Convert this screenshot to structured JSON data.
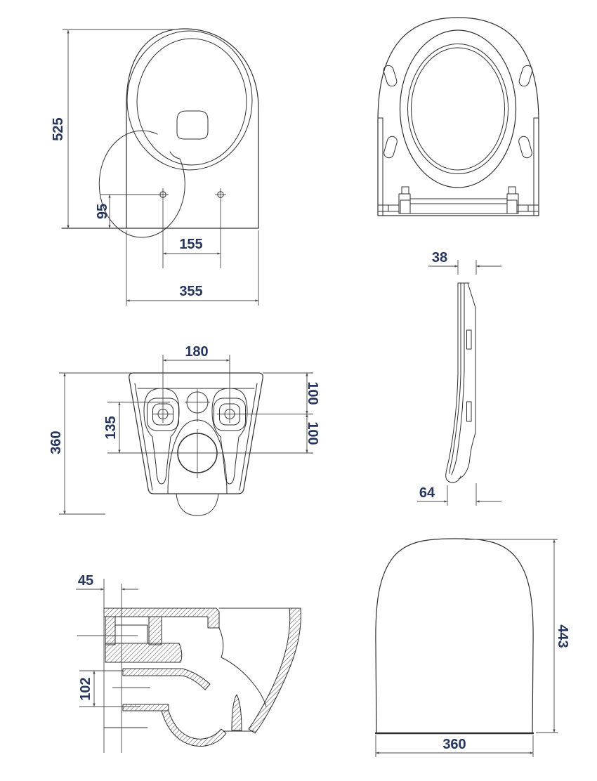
{
  "colors": {
    "background": "#ffffff",
    "line": "#2e2e2e",
    "dimension_lines": "#474747",
    "dimension_text": "#26355e"
  },
  "views": {
    "bowl_plan": {
      "label": "bowl-plan-view",
      "dims": {
        "height": "525",
        "hole_offset": "95",
        "hole_spacing": "155",
        "width": "355"
      }
    },
    "seat_plan": {
      "label": "seat-plan-view"
    },
    "seat_profile": {
      "label": "seat-side-profile",
      "dims": {
        "top_thickness": "38",
        "bottom_thickness": "64"
      }
    },
    "rear": {
      "label": "rear-view",
      "dims": {
        "bolt_spacing": "180",
        "height": "360",
        "offset_mid": "135",
        "offset_top": "100",
        "offset_bottom": "100"
      }
    },
    "section": {
      "label": "cross-section-view",
      "dims": {
        "fixing_depth": "45",
        "outlet_offset": "102"
      }
    },
    "silhouette": {
      "label": "seat-outline-view",
      "dims": {
        "depth": "443",
        "width": "360"
      }
    }
  }
}
